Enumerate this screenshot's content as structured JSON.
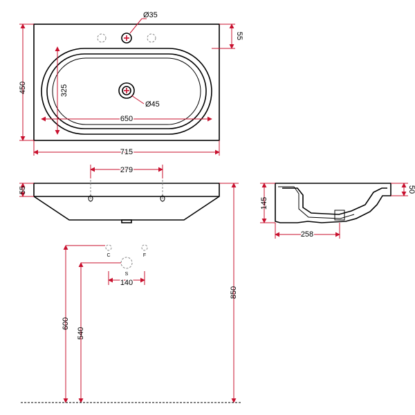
{
  "colors": {
    "dimension_line": "#c8102e",
    "outline": "#000000",
    "hidden": "#888888"
  },
  "top_view": {
    "tap_hole_label": "Ø35",
    "drain_label": "Ø45",
    "top_rim_label": "55",
    "overall_depth_label": "450",
    "bowl_depth_label": "325",
    "bowl_width_label": "650",
    "overall_width_label": "715"
  },
  "front_view": {
    "rim_height_label": "55",
    "hole_spacing_label": "279"
  },
  "side_view": {
    "rim_label": "50",
    "height_label": "145",
    "depth_label": "258"
  },
  "installation": {
    "cold_label": "C",
    "hot_label": "F",
    "waste_label": "S",
    "supply_spacing_label": "140",
    "supply_height_label": "600",
    "waste_height_label": "540",
    "basin_height_label": "850"
  }
}
